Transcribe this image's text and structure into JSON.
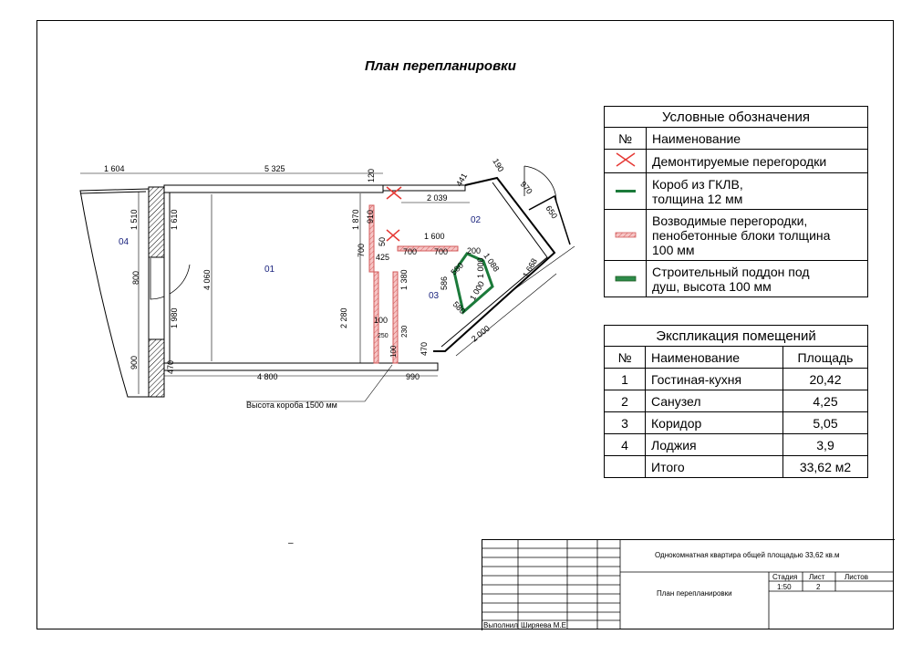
{
  "page_title": "План перепланировки",
  "rooms": {
    "r01": "01",
    "r02": "02",
    "r03": "03",
    "r04": "04"
  },
  "dimensions": {
    "d_1604": "1 604",
    "d_5325": "5 325",
    "d_120": "120",
    "d_2039": "2 039",
    "d_441": "441",
    "d_190": "190",
    "d_970": "970",
    "d_650": "650",
    "d_1510": "1 510",
    "d_1610": "1 610",
    "d_1870": "1 870",
    "d_910": "910",
    "d_1600": "1 600",
    "d_700a": "700",
    "d_50": "50",
    "d_700b": "700",
    "d_700c": "700",
    "d_200": "200",
    "d_1088": "1 088",
    "d_1668": "1 668",
    "d_4060": "4 060",
    "d_800": "800",
    "d_425": "425",
    "d_1380": "1 380",
    "d_586": "586",
    "d_580a": "580",
    "d_1000a": "1 000",
    "d_1000b": "1 000",
    "d_580b": "580",
    "d_2000": "2 000",
    "d_1980": "1 980",
    "d_2280": "2 280",
    "d_100": "100",
    "d_250": "250",
    "d_230": "230",
    "d_100b": "100",
    "d_470a": "470",
    "d_470b": "470",
    "d_900": "900",
    "d_4800": "4 800",
    "d_990": "990"
  },
  "box_height_note": "Высота короба 1500 мм",
  "legend": {
    "title": "Условные обозначения",
    "col_num": "№",
    "col_name": "Наименование",
    "items": [
      {
        "label": "Демонтируемые перегородки",
        "symbol": "red-cross-icon"
      },
      {
        "label_line1": "Короб из ГКЛВ,",
        "label_line2": "толщина 12 мм",
        "symbol": "gklv-box-icon"
      },
      {
        "label_line1": "Возводимые перегородки,",
        "label_line2": "пенобетонные блоки толщина",
        "label_line3": "100 мм",
        "symbol": "new-partition-icon"
      },
      {
        "label_line1": "Строительный поддон под",
        "label_line2": "душ, высота 100 мм",
        "symbol": "shower-tray-icon"
      }
    ],
    "colors": {
      "demolish": "#e53935",
      "gklv": "#1b7a3a",
      "partition_fill": "#f6c5c5",
      "partition_stroke": "#d35a5a",
      "tray": "#2e8b4a"
    }
  },
  "explication": {
    "title": "Экспликация помещений",
    "col_num": "№",
    "col_name": "Наименование",
    "col_area": "Площадь",
    "rows": [
      {
        "num": "1",
        "name": "Гостиная-кухня",
        "area": "20,42"
      },
      {
        "num": "2",
        "name": "Санузел",
        "area": "4,25"
      },
      {
        "num": "3",
        "name": "Коридор",
        "area": "5,05"
      },
      {
        "num": "4",
        "name": "Лоджия",
        "area": "3,9"
      }
    ],
    "total_label": "Итого",
    "total_area": "33,62 м2"
  },
  "stamp": {
    "project": "Однокомнатная квартира общей площадью 33,62 кв.м",
    "sheet_title": "План перепланировки",
    "stage_label": "Стадия",
    "sheet_label": "Лист",
    "sheets_label": "Листов",
    "scale": "1:50",
    "sheet_num": "2",
    "author_role": "Выполнил",
    "author_name": "Ширяева М.Е"
  },
  "misc_mark": "–"
}
